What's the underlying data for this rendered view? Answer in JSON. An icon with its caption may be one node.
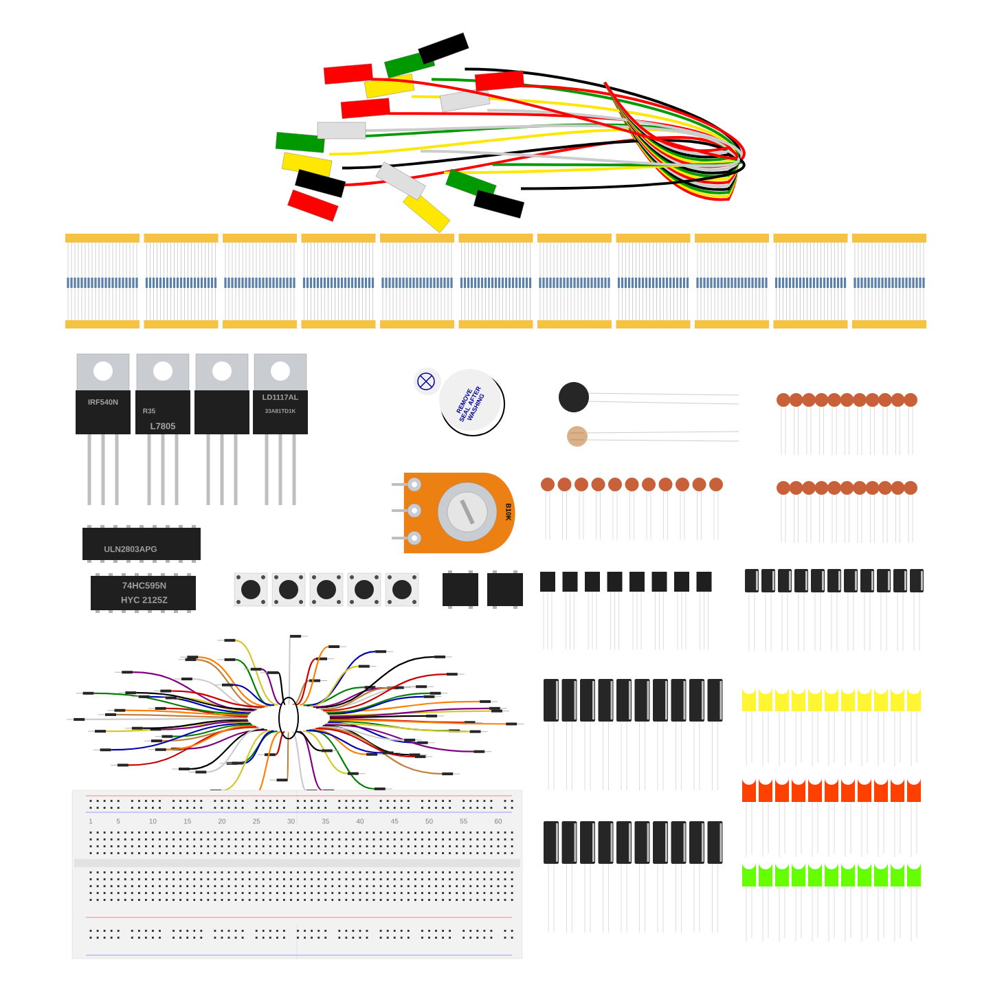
{
  "diagram": {
    "labels": [
      "IRF540N",
      "R35",
      "L7805",
      "LD1117AL",
      "33A81TD1K",
      "REMOVE SEAL AFTER WASHING",
      "B10K",
      "ULN2803APG",
      "74HC595N",
      "HYC 2125Z",
      "1",
      "5",
      "10",
      "15",
      "20",
      "25",
      "30",
      "35",
      "40",
      "45",
      "50",
      "55",
      "60"
    ]
  }
}
